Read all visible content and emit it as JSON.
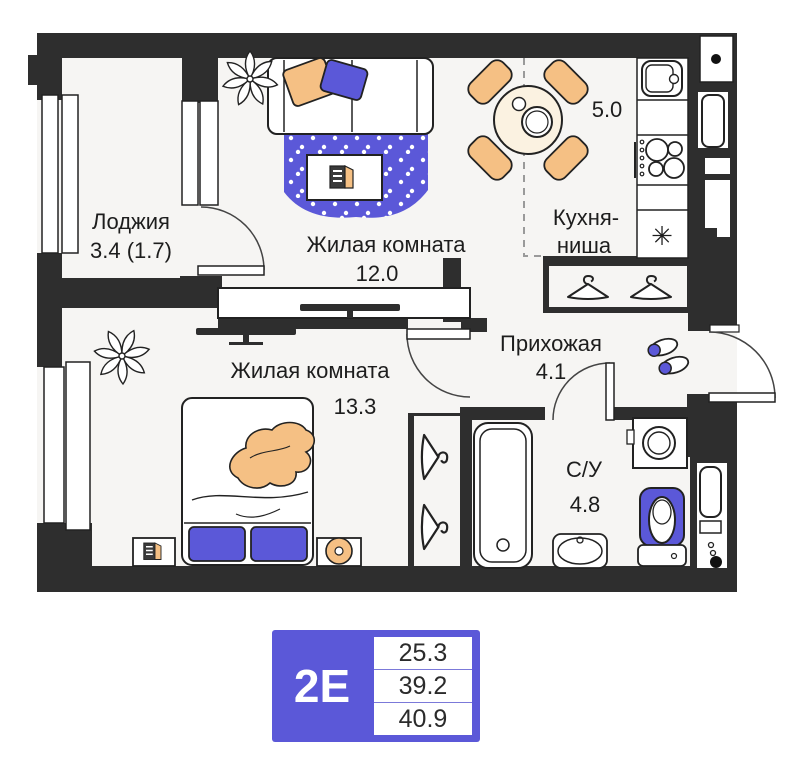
{
  "plan": {
    "rooms": {
      "loggia": {
        "name": "Лоджия",
        "area": "3.4 (1.7)"
      },
      "living1": {
        "name": "Жилая комната",
        "area": "12.0"
      },
      "kitchen": {
        "line1": "Кухня-",
        "line2": "ниша",
        "area": "5.0"
      },
      "hallway": {
        "name": "Прихожая",
        "area": "4.1"
      },
      "living2": {
        "name": "Жилая комната",
        "area": "13.3"
      },
      "bathroom": {
        "name": "С/У",
        "area": "4.8"
      }
    },
    "icons": {
      "fridge_symbol": "✳"
    }
  },
  "badge": {
    "type": "2Е",
    "values": [
      "25.3",
      "39.2",
      "40.9"
    ]
  },
  "colors": {
    "wall": "#2e2e2e",
    "accent_blue": "#5b58d8",
    "accent_orange": "#f5c084",
    "table_cream": "#fbf2e1",
    "floor": "#f6f5f3"
  }
}
